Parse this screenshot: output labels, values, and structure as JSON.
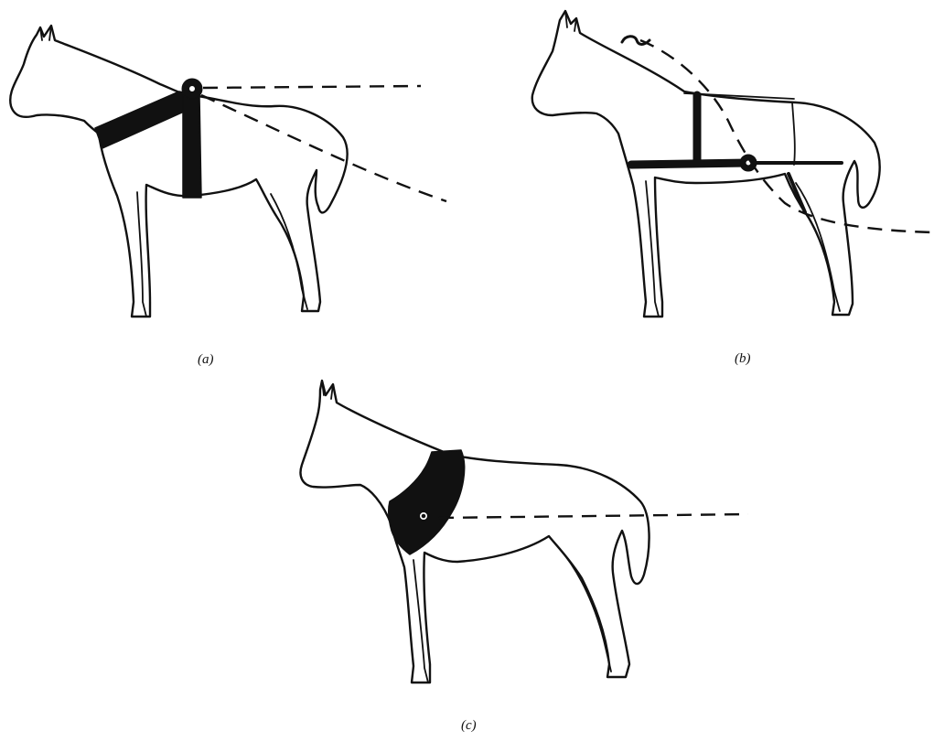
{
  "figure": {
    "panels": [
      {
        "id": "a",
        "caption": "(a)",
        "harness": "breastcollar-with-girth-strap"
      },
      {
        "id": "b",
        "caption": "(b)",
        "harness": "surcingle-with-traces"
      },
      {
        "id": "c",
        "caption": "(c)",
        "harness": "neck-collar"
      }
    ]
  }
}
